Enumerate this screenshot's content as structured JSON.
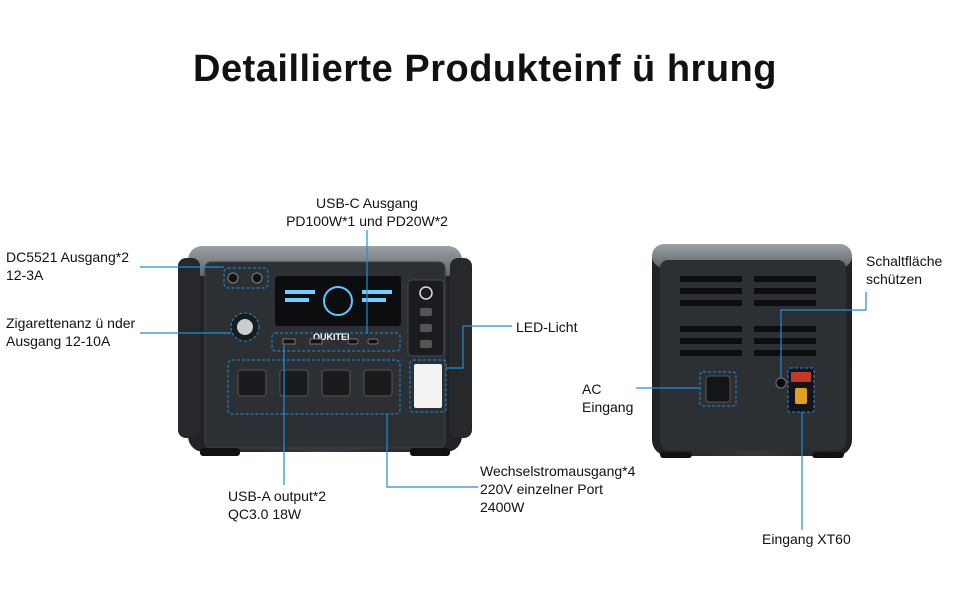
{
  "title": "Detaillierte Produkteinf ü hrung",
  "brand": "OUKITEL",
  "callouts": {
    "usb_c": {
      "line1": "USB-C Ausgang",
      "line2": "PD100W*1 und PD20W*2"
    },
    "dc5521": {
      "line1": "DC5521 Ausgang*2",
      "line2": "12-3A"
    },
    "cig": {
      "line1": "Zigarettenanz ü nder",
      "line2": "Ausgang 12-10A"
    },
    "led": {
      "line1": "LED-Licht"
    },
    "usb_a": {
      "line1": "USB-A output*2",
      "line2": "QC3.0 18W"
    },
    "ac_out": {
      "line1": "Wechselstromausgang*4",
      "line2": "220V einzelner Port",
      "line3": "2400W"
    },
    "protect": {
      "line1": "Schaltfläche",
      "line2": "schützen"
    },
    "ac_in": {
      "line1": "AC",
      "line2": "Eingang"
    },
    "xt60": {
      "line1": "Eingang XT60"
    }
  },
  "colors": {
    "callout_line": "#1e8fd6",
    "body_dark": "#2b2d30",
    "body_gray": "#7e8388",
    "text": "#111111"
  },
  "icons": [
    "power-icon",
    "socket-icon",
    "fan-grille-icon",
    "lamp-icon"
  ]
}
